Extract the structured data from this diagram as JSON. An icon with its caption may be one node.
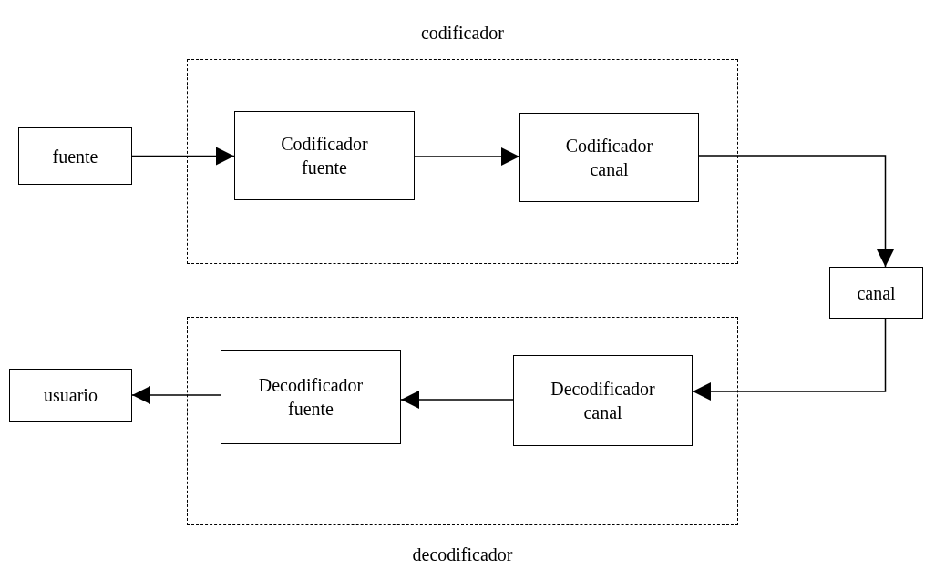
{
  "diagram": {
    "nodes": [
      {
        "text": [
          "fuente"
        ]
      },
      {
        "text": [
          "codificador"
        ]
      },
      {
        "text": [
          "Codificador fuente"
        ],
        "in": 1
      },
      {
        "text": [
          "Codificador canal"
        ],
        "in": 1
      },
      {
        "text": [
          "canal"
        ]
      },
      {
        "text": [
          "decodificador"
        ]
      },
      {
        "text": [
          "usuario"
        ]
      },
      {
        "text": [
          "Decodificador fuente"
        ],
        "in": 5
      },
      {
        "text": [
          "Decodificador canal"
        ],
        "in": 5
      }
    ],
    "edges": [
      {
        "from": 0,
        "to": 2,
        "arrow": "to"
      },
      {
        "from": 2,
        "to": 3,
        "arrow": "to"
      },
      {
        "from": 3,
        "to": 4,
        "arrow": "to"
      },
      {
        "from": 4,
        "to": 8,
        "arrow": "to"
      },
      {
        "from": 8,
        "to": 7,
        "arrow": "to"
      },
      {
        "from": 7,
        "to": 6,
        "arrow": "to"
      }
    ]
  }
}
